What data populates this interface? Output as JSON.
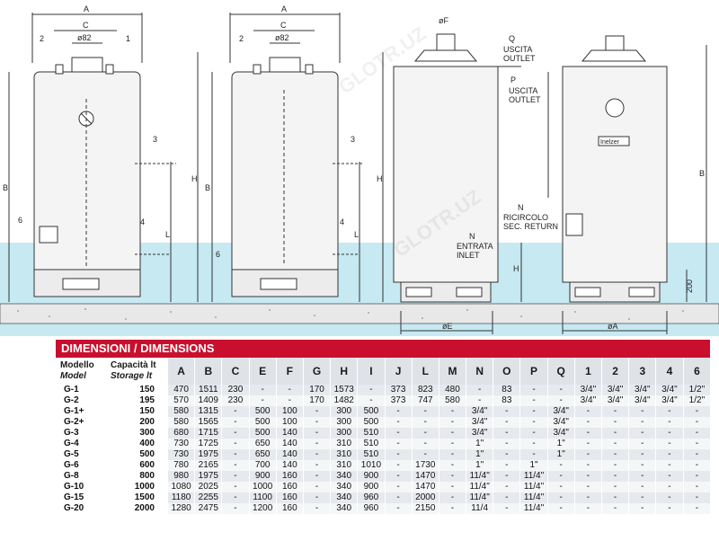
{
  "drawing": {
    "unit1": {
      "A": "A",
      "C": "C",
      "dia": "ø82",
      "n1": "1",
      "n2": "2",
      "n3": "3",
      "n4": "4",
      "n6": "6",
      "B": "B",
      "H": "H",
      "L": "L"
    },
    "unit2": {
      "A": "A",
      "C": "C",
      "dia": "ø82",
      "n2": "2",
      "n3": "3",
      "n4": "4",
      "n6": "6",
      "B": "B",
      "H": "H",
      "L": "L"
    },
    "unit3": {
      "F": "øF",
      "Q": "Q",
      "uscita_q": "USCITA",
      "outlet_q": "OUTLET",
      "P": "P",
      "uscita_p": "USCITA",
      "outlet_p": "OUTLET",
      "N": "N",
      "ricircolo": "RICIRCOLO",
      "sec_return": "SEC. RETURN",
      "N2": "N",
      "entrata": "ENTRATA",
      "inlet": "INLET",
      "H": "H",
      "E": "øE"
    },
    "unit4": {
      "B": "B",
      "brand": "Inelzer",
      "A": "øA",
      "h200": "200"
    },
    "watermark": "GLOTR.UZ"
  },
  "table": {
    "title": "DIMENSIONI / DIMENSIONS",
    "model_header": "Modello",
    "model_header_en": "Model",
    "cap_header": "Capacità lt",
    "cap_header_en": "Storage lt",
    "columns": [
      "A",
      "B",
      "C",
      "E",
      "F",
      "G",
      "H",
      "I",
      "J",
      "L",
      "M",
      "N",
      "O",
      "P",
      "Q",
      "1",
      "2",
      "3",
      "4",
      "6"
    ],
    "rows": [
      {
        "model": "G-1",
        "cap": "150",
        "cells": [
          "470",
          "1511",
          "230",
          "-",
          "-",
          "170",
          "1573",
          "-",
          "373",
          "823",
          "480",
          "-",
          "83",
          "-",
          "-",
          "3/4\"",
          "3/4\"",
          "3/4\"",
          "3/4\"",
          "1/2\""
        ]
      },
      {
        "model": "G-2",
        "cap": "195",
        "cells": [
          "570",
          "1409",
          "230",
          "-",
          "-",
          "170",
          "1482",
          "-",
          "373",
          "747",
          "580",
          "-",
          "83",
          "-",
          "-",
          "3/4\"",
          "3/4\"",
          "3/4\"",
          "3/4\"",
          "1/2\""
        ]
      },
      {
        "model": "G-1+",
        "cap": "150",
        "cells": [
          "580",
          "1315",
          "-",
          "500",
          "100",
          "-",
          "300",
          "500",
          "-",
          "-",
          "-",
          "3/4\"",
          "-",
          "-",
          "3/4\"",
          "-",
          "-",
          "-",
          "-",
          "-"
        ]
      },
      {
        "model": "G-2+",
        "cap": "200",
        "cells": [
          "580",
          "1565",
          "-",
          "500",
          "100",
          "-",
          "300",
          "500",
          "-",
          "-",
          "-",
          "3/4\"",
          "-",
          "-",
          "3/4\"",
          "-",
          "-",
          "-",
          "-",
          "-"
        ]
      },
      {
        "model": "G-3",
        "cap": "300",
        "cells": [
          "680",
          "1715",
          "-",
          "500",
          "140",
          "-",
          "300",
          "510",
          "-",
          "-",
          "-",
          "3/4\"",
          "-",
          "-",
          "3/4\"",
          "-",
          "-",
          "-",
          "-",
          "-"
        ]
      },
      {
        "model": "G-4",
        "cap": "400",
        "cells": [
          "730",
          "1725",
          "-",
          "650",
          "140",
          "-",
          "310",
          "510",
          "-",
          "-",
          "-",
          "1\"",
          "-",
          "-",
          "1\"",
          "-",
          "-",
          "-",
          "-",
          "-"
        ]
      },
      {
        "model": "G-5",
        "cap": "500",
        "cells": [
          "730",
          "1975",
          "-",
          "650",
          "140",
          "-",
          "310",
          "510",
          "-",
          "-",
          "-",
          "1\"",
          "-",
          "-",
          "1\"",
          "-",
          "-",
          "-",
          "-",
          "-"
        ]
      },
      {
        "model": "G-6",
        "cap": "600",
        "cells": [
          "780",
          "2165",
          "-",
          "700",
          "140",
          "-",
          "310",
          "1010",
          "-",
          "1730",
          "-",
          "1\"",
          "-",
          "1\"",
          "-",
          "-",
          "-",
          "-",
          "-",
          "-"
        ]
      },
      {
        "model": "G-8",
        "cap": "800",
        "cells": [
          "980",
          "1975",
          "-",
          "900",
          "160",
          "-",
          "340",
          "900",
          "-",
          "1470",
          "-",
          "11/4\"",
          "-",
          "11/4\"",
          "-",
          "-",
          "-",
          "-",
          "-",
          "-"
        ]
      },
      {
        "model": "G-10",
        "cap": "1000",
        "cells": [
          "1080",
          "2025",
          "-",
          "1000",
          "160",
          "-",
          "340",
          "900",
          "-",
          "1470",
          "-",
          "11/4\"",
          "-",
          "11/4\"",
          "-",
          "-",
          "-",
          "-",
          "-",
          "-"
        ]
      },
      {
        "model": "G-15",
        "cap": "1500",
        "cells": [
          "1180",
          "2255",
          "-",
          "1100",
          "160",
          "-",
          "340",
          "960",
          "-",
          "2000",
          "-",
          "11/4\"",
          "-",
          "11/4\"",
          "-",
          "-",
          "-",
          "-",
          "-",
          "-"
        ]
      },
      {
        "model": "G-20",
        "cap": "2000",
        "cells": [
          "1280",
          "2475",
          "-",
          "1200",
          "160",
          "-",
          "340",
          "960",
          "-",
          "2150",
          "-",
          "11/4",
          "-",
          "11/4\"",
          "-",
          "-",
          "-",
          "-",
          "-",
          "-"
        ]
      }
    ]
  }
}
